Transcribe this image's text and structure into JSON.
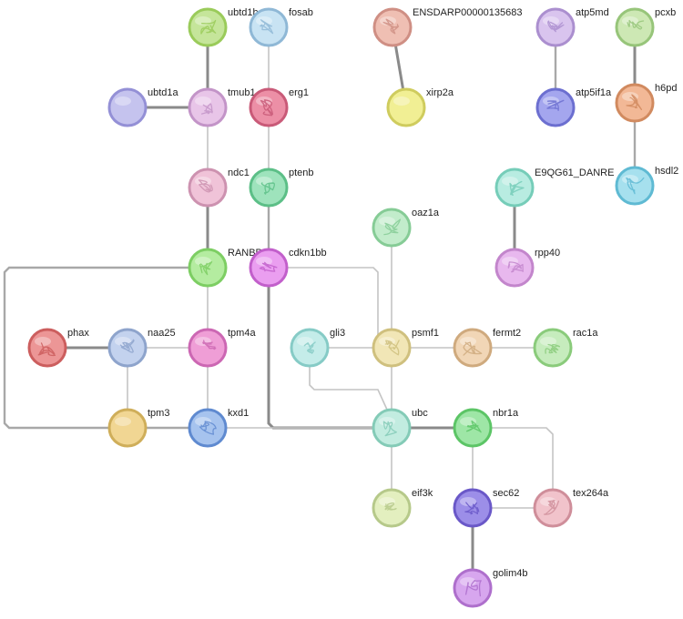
{
  "network": {
    "nodes": [
      {
        "id": "ubtd1b",
        "label": "ubtd1b",
        "fill": "#c5e59a",
        "stroke": "#9acb5a",
        "struct": true
      },
      {
        "id": "fosab",
        "label": "fosab",
        "fill": "#c8e3f3",
        "stroke": "#8fb8d6",
        "struct": true
      },
      {
        "id": "ensdarp",
        "label": "ENSDARP00000135683",
        "fill": "#efbfb3",
        "stroke": "#cf8f84",
        "struct": true
      },
      {
        "id": "atp5md",
        "label": "atp5md",
        "fill": "#d9c4ee",
        "stroke": "#ab8fcf",
        "struct": true
      },
      {
        "id": "pcxb",
        "label": "pcxb",
        "fill": "#cde8b4",
        "stroke": "#97c57a",
        "struct": true
      },
      {
        "id": "ubtd1a",
        "label": "ubtd1a",
        "fill": "#c5c3ee",
        "stroke": "#9490d6",
        "struct": false
      },
      {
        "id": "tmub1",
        "label": "tmub1",
        "fill": "#e8c5e8",
        "stroke": "#c394c8",
        "struct": true
      },
      {
        "id": "erg1",
        "label": "erg1",
        "fill": "#ec8fa6",
        "stroke": "#c95a78",
        "struct": true
      },
      {
        "id": "xirp2a",
        "label": "xirp2a",
        "fill": "#f1ef94",
        "stroke": "#cfcc5e",
        "struct": false
      },
      {
        "id": "atp5if1a",
        "label": "atp5if1a",
        "fill": "#a4a6ee",
        "stroke": "#6c6fd0",
        "struct": true
      },
      {
        "id": "h6pd",
        "label": "h6pd",
        "fill": "#f2b896",
        "stroke": "#d18a5f",
        "struct": true
      },
      {
        "id": "ndc1",
        "label": "ndc1",
        "fill": "#f0c3d8",
        "stroke": "#cd92b0",
        "struct": true
      },
      {
        "id": "ptenb",
        "label": "ptenb",
        "fill": "#9ee3bc",
        "stroke": "#5cbf87",
        "struct": true
      },
      {
        "id": "e9qg61",
        "label": "E9QG61_DANRE",
        "fill": "#b8ece1",
        "stroke": "#76cdb9",
        "struct": true
      },
      {
        "id": "hsdl2",
        "label": "hsdl2",
        "fill": "#a6e0ee",
        "stroke": "#5fbad3",
        "struct": true
      },
      {
        "id": "oaz1a",
        "label": "oaz1a",
        "fill": "#c2eccb",
        "stroke": "#86cc96",
        "struct": true
      },
      {
        "id": "ranbp2",
        "label": "RANBP2",
        "fill": "#b4eca0",
        "stroke": "#7dce63",
        "struct": true
      },
      {
        "id": "cdkn1bb",
        "label": "cdkn1bb",
        "fill": "#ea9ef0",
        "stroke": "#c25fcb",
        "struct": true
      },
      {
        "id": "rpp40",
        "label": "rpp40",
        "fill": "#e8b8ee",
        "stroke": "#c386cc",
        "struct": true
      },
      {
        "id": "phax",
        "label": "phax",
        "fill": "#ec9696",
        "stroke": "#cc5e5e",
        "struct": true
      },
      {
        "id": "naa25",
        "label": "naa25",
        "fill": "#c3d2ee",
        "stroke": "#8ea4cc",
        "struct": true
      },
      {
        "id": "tpm4a",
        "label": "tpm4a",
        "fill": "#ef9ed6",
        "stroke": "#cc67b3",
        "struct": true
      },
      {
        "id": "gli3",
        "label": "gli3",
        "fill": "#c4ece9",
        "stroke": "#86cbc6",
        "struct": true
      },
      {
        "id": "psmf1",
        "label": "psmf1",
        "fill": "#f1e6b6",
        "stroke": "#cfc07e",
        "struct": true
      },
      {
        "id": "fermt2",
        "label": "fermt2",
        "fill": "#f1d6b6",
        "stroke": "#cfaa7e",
        "struct": true
      },
      {
        "id": "rac1a",
        "label": "rac1a",
        "fill": "#c6ecbd",
        "stroke": "#8acb7b",
        "struct": true
      },
      {
        "id": "tpm3",
        "label": "tpm3",
        "fill": "#f1d693",
        "stroke": "#cfae5a",
        "struct": false
      },
      {
        "id": "kxd1",
        "label": "kxd1",
        "fill": "#a6c3ee",
        "stroke": "#5f8ad0",
        "struct": true
      },
      {
        "id": "ubc",
        "label": "ubc",
        "fill": "#c2ece0",
        "stroke": "#84cbb7",
        "struct": true
      },
      {
        "id": "nbr1a",
        "label": "nbr1a",
        "fill": "#9ee6a6",
        "stroke": "#5cc566",
        "struct": true
      },
      {
        "id": "eif3k",
        "label": "eif3k",
        "fill": "#e3efbf",
        "stroke": "#b6c98a",
        "struct": true
      },
      {
        "id": "sec62",
        "label": "sec62",
        "fill": "#9c8ee8",
        "stroke": "#6a58c8",
        "struct": true
      },
      {
        "id": "tex264a",
        "label": "tex264a",
        "fill": "#f1c3cb",
        "stroke": "#cf8e9a",
        "struct": true
      },
      {
        "id": "golim4b",
        "label": "golim4b",
        "fill": "#d7a6ee",
        "stroke": "#ae6fcc",
        "struct": true
      }
    ],
    "edges": [
      {
        "from": "ubtd1b",
        "to": "tmub1",
        "weight": "strong"
      },
      {
        "from": "ubtd1a",
        "to": "tmub1",
        "weight": "strong"
      },
      {
        "from": "tmub1",
        "to": "ndc1",
        "weight": "weak"
      },
      {
        "from": "ndc1",
        "to": "ranbp2",
        "weight": "strong"
      },
      {
        "from": "fosab",
        "to": "erg1",
        "weight": "weak"
      },
      {
        "from": "erg1",
        "to": "ptenb",
        "weight": "weak"
      },
      {
        "from": "ptenb",
        "to": "cdkn1bb",
        "weight": "medium"
      },
      {
        "from": "ensdarp",
        "to": "xirp2a",
        "weight": "strong"
      },
      {
        "from": "atp5md",
        "to": "atp5if1a",
        "weight": "medium"
      },
      {
        "from": "pcxb",
        "to": "h6pd",
        "weight": "strong"
      },
      {
        "from": "h6pd",
        "to": "hsdl2",
        "weight": "medium"
      },
      {
        "from": "e9qg61",
        "to": "rpp40",
        "weight": "strong"
      },
      {
        "from": "oaz1a",
        "to": "psmf1",
        "weight": "weak"
      },
      {
        "from": "ranbp2",
        "to": "tpm4a",
        "weight": "weak"
      },
      {
        "from": "ranbp2",
        "to": "tpm3",
        "weight": "medium"
      },
      {
        "from": "cdkn1bb",
        "to": "psmf1",
        "weight": "weak"
      },
      {
        "from": "cdkn1bb",
        "to": "ubc",
        "weight": "strong"
      },
      {
        "from": "phax",
        "to": "naa25",
        "weight": "strong"
      },
      {
        "from": "naa25",
        "to": "tpm4a",
        "weight": "weak"
      },
      {
        "from": "naa25",
        "to": "tpm3",
        "weight": "weak"
      },
      {
        "from": "tpm4a",
        "to": "kxd1",
        "weight": "weak"
      },
      {
        "from": "tpm3",
        "to": "kxd1",
        "weight": "medium"
      },
      {
        "from": "kxd1",
        "to": "ubc",
        "weight": "weak"
      },
      {
        "from": "gli3",
        "to": "psmf1",
        "weight": "weak"
      },
      {
        "from": "gli3",
        "to": "ubc",
        "weight": "weak"
      },
      {
        "from": "psmf1",
        "to": "fermt2",
        "weight": "weak"
      },
      {
        "from": "fermt2",
        "to": "rac1a",
        "weight": "weak"
      },
      {
        "from": "psmf1",
        "to": "ubc",
        "weight": "weak"
      },
      {
        "from": "ubc",
        "to": "nbr1a",
        "weight": "strong"
      },
      {
        "from": "ubc",
        "to": "eif3k",
        "weight": "weak"
      },
      {
        "from": "nbr1a",
        "to": "sec62",
        "weight": "weak"
      },
      {
        "from": "nbr1a",
        "to": "tex264a",
        "weight": "weak"
      },
      {
        "from": "sec62",
        "to": "tex264a",
        "weight": "weak"
      },
      {
        "from": "sec62",
        "to": "golim4b",
        "weight": "strong"
      }
    ],
    "edge_colors": {
      "strong": "#8a8a8a",
      "medium": "#a8a8a8",
      "weak": "#c4c4c4"
    }
  }
}
